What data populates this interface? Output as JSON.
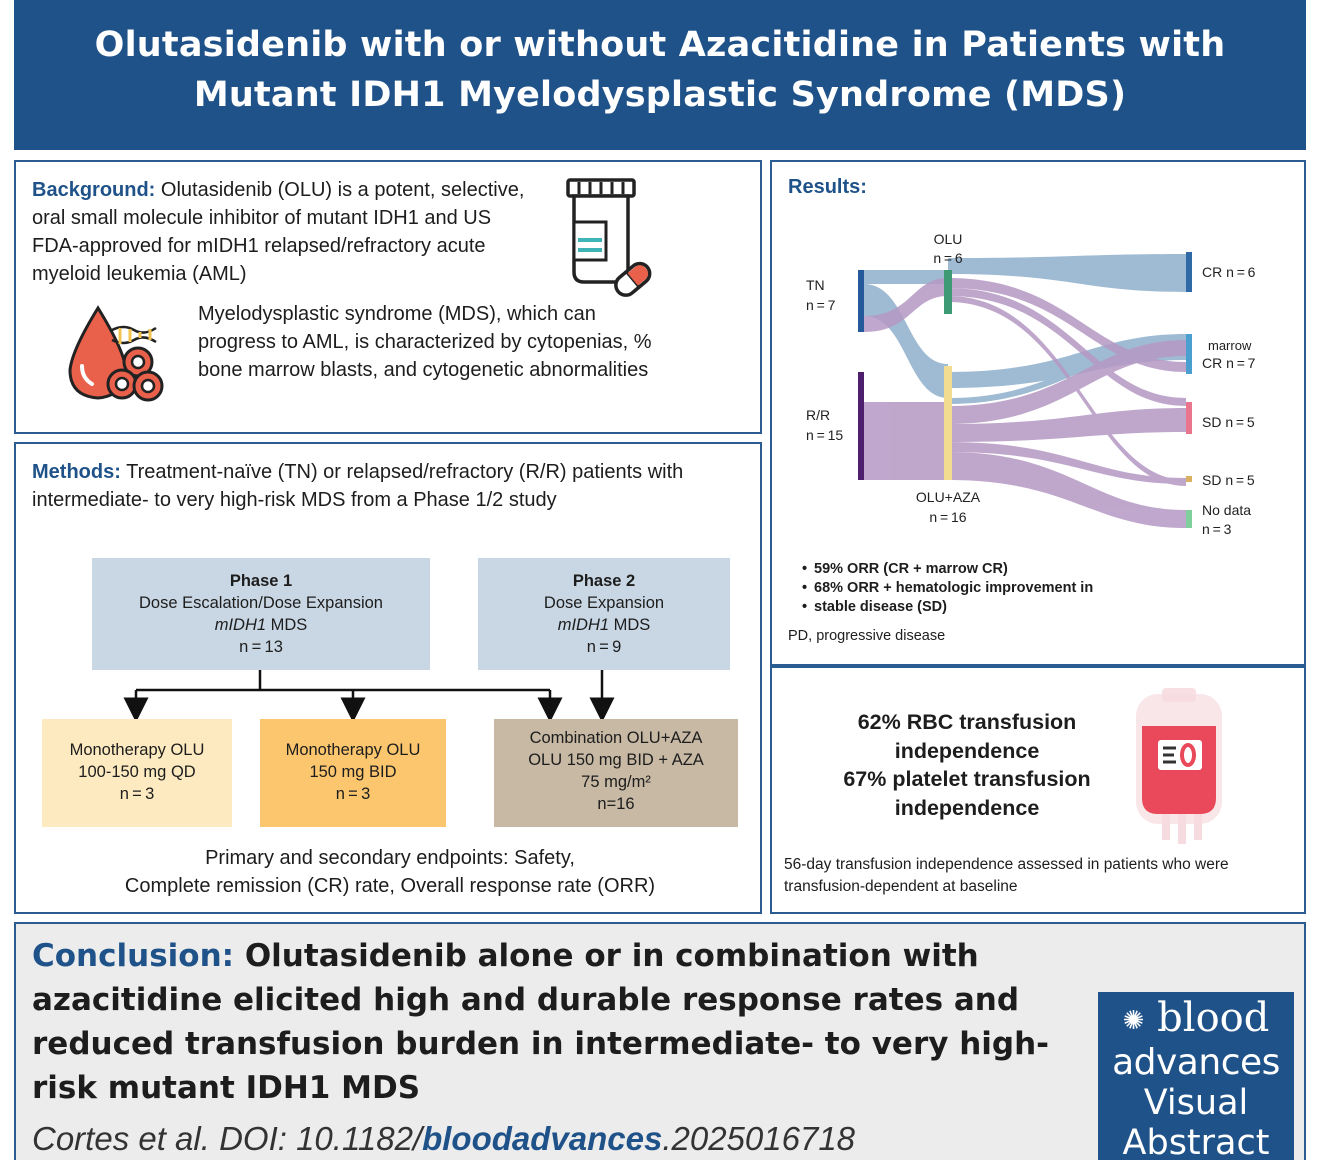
{
  "header": {
    "title_line1": "Olutasidenib with or without Azacitidine in Patients with",
    "title_line2": "Mutant IDH1 Myelodysplastic Syndrome (MDS)"
  },
  "background": {
    "heading": "Background:",
    "text1": "Olutasidenib (OLU) is a potent, selective, oral small molecule inhibitor of mutant IDH1 and US FDA-approved for mIDH1 relapsed/refractory acute myeloid leukemia (AML)",
    "text2": "Myelodysplastic syndrome (MDS), which can progress to AML, is characterized by cytopenias, % bone marrow blasts, and cytogenetic abnormalities",
    "icons": [
      "pill-bottle-icon",
      "blood-cells-dna-icon"
    ]
  },
  "methods": {
    "heading": "Methods:",
    "text": "Treatment-naïve (TN) or relapsed/refractory (R/R) patients with intermediate- to very high-risk MDS from a Phase 1/2 study",
    "phase1": {
      "title": "Phase 1",
      "line1": "Dose Escalation/Dose Expansion",
      "line2_italic": "mIDH1",
      "line2_rest": " MDS",
      "n": "n = 13"
    },
    "phase2": {
      "title": "Phase 2",
      "line1": "Dose Expansion",
      "line2_italic": "mIDH1",
      "line2_rest": " MDS",
      "n": "n = 9"
    },
    "arm1": {
      "line1": "Monotherapy OLU",
      "line2": "100-150 mg QD",
      "n": "n = 3"
    },
    "arm2": {
      "line1": "Monotherapy OLU",
      "line2": "150 mg BID",
      "n": "n = 3"
    },
    "arm3": {
      "line1": "Combination OLU+AZA",
      "line2": "OLU 150 mg BID + AZA",
      "line3": "75 mg/m²",
      "n": "n=16"
    },
    "endpoints_line1": "Primary and secondary endpoints: Safety,",
    "endpoints_line2": "Complete remission (CR) rate, Overall response rate (ORR)",
    "colors": {
      "phase": "#c9d7e4",
      "arm1": "#fdeac0",
      "arm2": "#fbc66e",
      "arm3": "#c7b9a4"
    }
  },
  "results": {
    "heading": "Results:",
    "sankey": {
      "left_nodes": [
        {
          "label": "TN",
          "n": "n = 7",
          "color": "#24599b"
        },
        {
          "label": "R/R",
          "n": "n = 15",
          "color": "#4e1f6c"
        }
      ],
      "middle_nodes": [
        {
          "label": "OLU",
          "n": "n = 6",
          "color": "#3e9a74"
        },
        {
          "label": "OLU+AZA",
          "n": "n = 16",
          "color": "#f2dc8f"
        }
      ],
      "right_nodes": [
        {
          "label": "CR n = 6",
          "color": "#2f6aa7"
        },
        {
          "label": "marrow",
          "label2": "CR n = 7",
          "color": "#4b9fd0"
        },
        {
          "label": "SD n = 5",
          "color": "#e8758b"
        },
        {
          "label": "SD n = 5",
          "color": "#d9b160"
        },
        {
          "label": "No data",
          "label2": "n = 3",
          "color": "#7fcf9d"
        }
      ],
      "flow_colors": {
        "tn": "#8fb0cc",
        "rr": "#b598c4"
      }
    },
    "bullets": [
      "59% ORR (CR + marrow CR)",
      "68% ORR + hematologic improvement in",
      "stable disease (SD)"
    ],
    "abbreviation": "PD, progressive disease"
  },
  "transfusion": {
    "line1": "62% RBC transfusion",
    "line2": "independence",
    "line3": "67% platelet transfusion",
    "line4": "independence",
    "note": "56-day transfusion independence assessed in patients who were transfusion-dependent at baseline",
    "icon": "blood-bag-icon"
  },
  "conclusion": {
    "label": "Conclusion:",
    "text": "Olutasidenib alone or in combination with azacitidine elicited high and durable response rates and reduced transfusion burden in intermediate- to very high-risk mutant IDH1 MDS",
    "citation_prefix": "Cortes et al. DOI: 10.1182/",
    "citation_bold": "bloodadvances",
    "citation_suffix": ".2025016718"
  },
  "logo": {
    "line1": "blood",
    "line2": "advances",
    "line3": "Visual",
    "line4": "Abstract"
  }
}
